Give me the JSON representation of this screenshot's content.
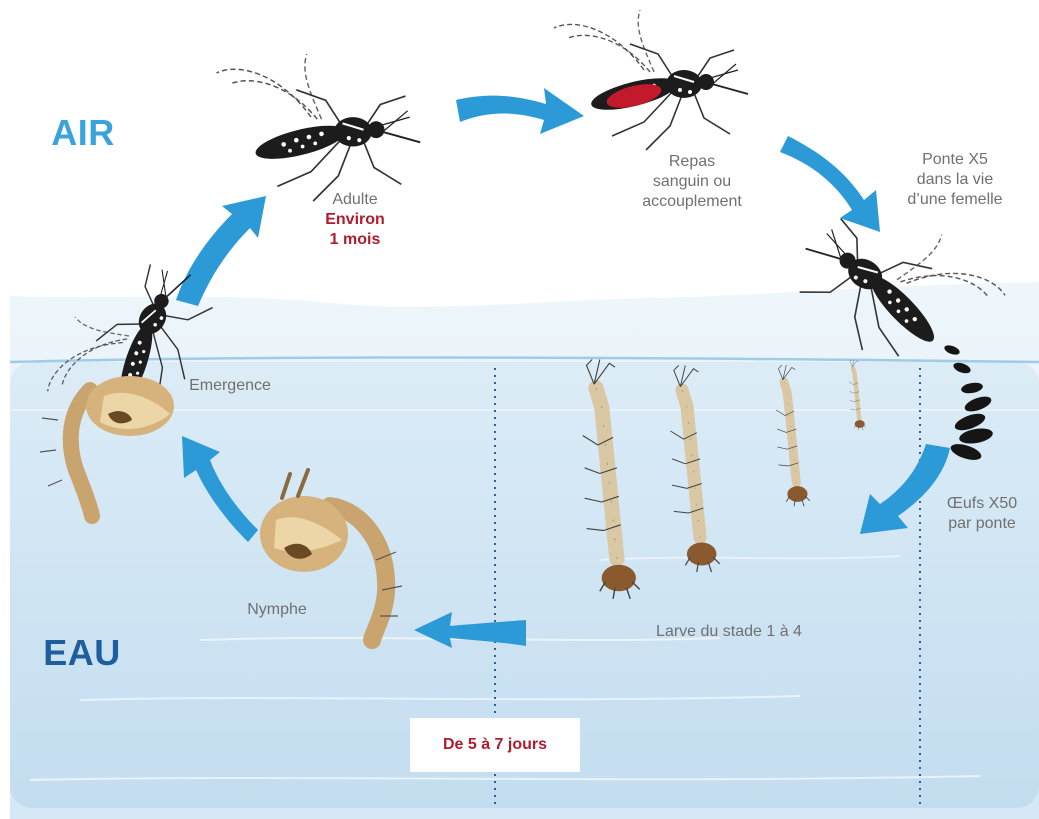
{
  "zones": {
    "air": "AIR",
    "water": "EAU"
  },
  "stages": {
    "adult": {
      "label": "Adulte",
      "duration_line1": "Environ",
      "duration_line2": "1 mois"
    },
    "blood_meal": {
      "line1": "Repas",
      "line2": "sanguin ou",
      "line3": "accouplement"
    },
    "laying": {
      "line1": "Ponte X5",
      "line2": "dans la vie",
      "line3": "d’une femelle"
    },
    "eggs": {
      "line1": "Œufs X50",
      "line2": "par ponte"
    },
    "larva": {
      "label": "Larve du stade 1 à 4"
    },
    "nymph": {
      "label": "Nymphe"
    },
    "emergence": {
      "label": "Emergence"
    }
  },
  "aquatic_duration": "De 5 à 7 jours",
  "colors": {
    "air_label": "#3aa3dc",
    "water_label": "#1d5f9e",
    "arrow": "#2d9ad8",
    "accent_red": "#b01c2e",
    "water_top": "#d6e9f6",
    "water_bottom": "#c2ddf0",
    "text_gray": "#707070"
  }
}
